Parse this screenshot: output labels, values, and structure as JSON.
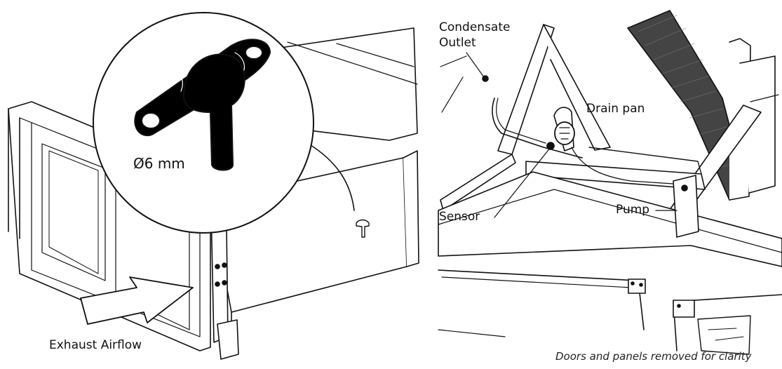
{
  "left_figure": {
    "callout_label": "Ø6 mm",
    "airflow_label": "Exhaust Airflow"
  },
  "right_figure": {
    "outlet_label_line1": "Condensate",
    "outlet_label_line2": "Outlet",
    "drain_pan_label": "Drain pan",
    "sensor_label": "Sensor",
    "pump_label": "Pump"
  },
  "footnote": "Doors and panels removed for clarity",
  "colors": {
    "line": "#111111",
    "fill": "#ffffff",
    "dark": "#000000",
    "grille": "#333333"
  }
}
